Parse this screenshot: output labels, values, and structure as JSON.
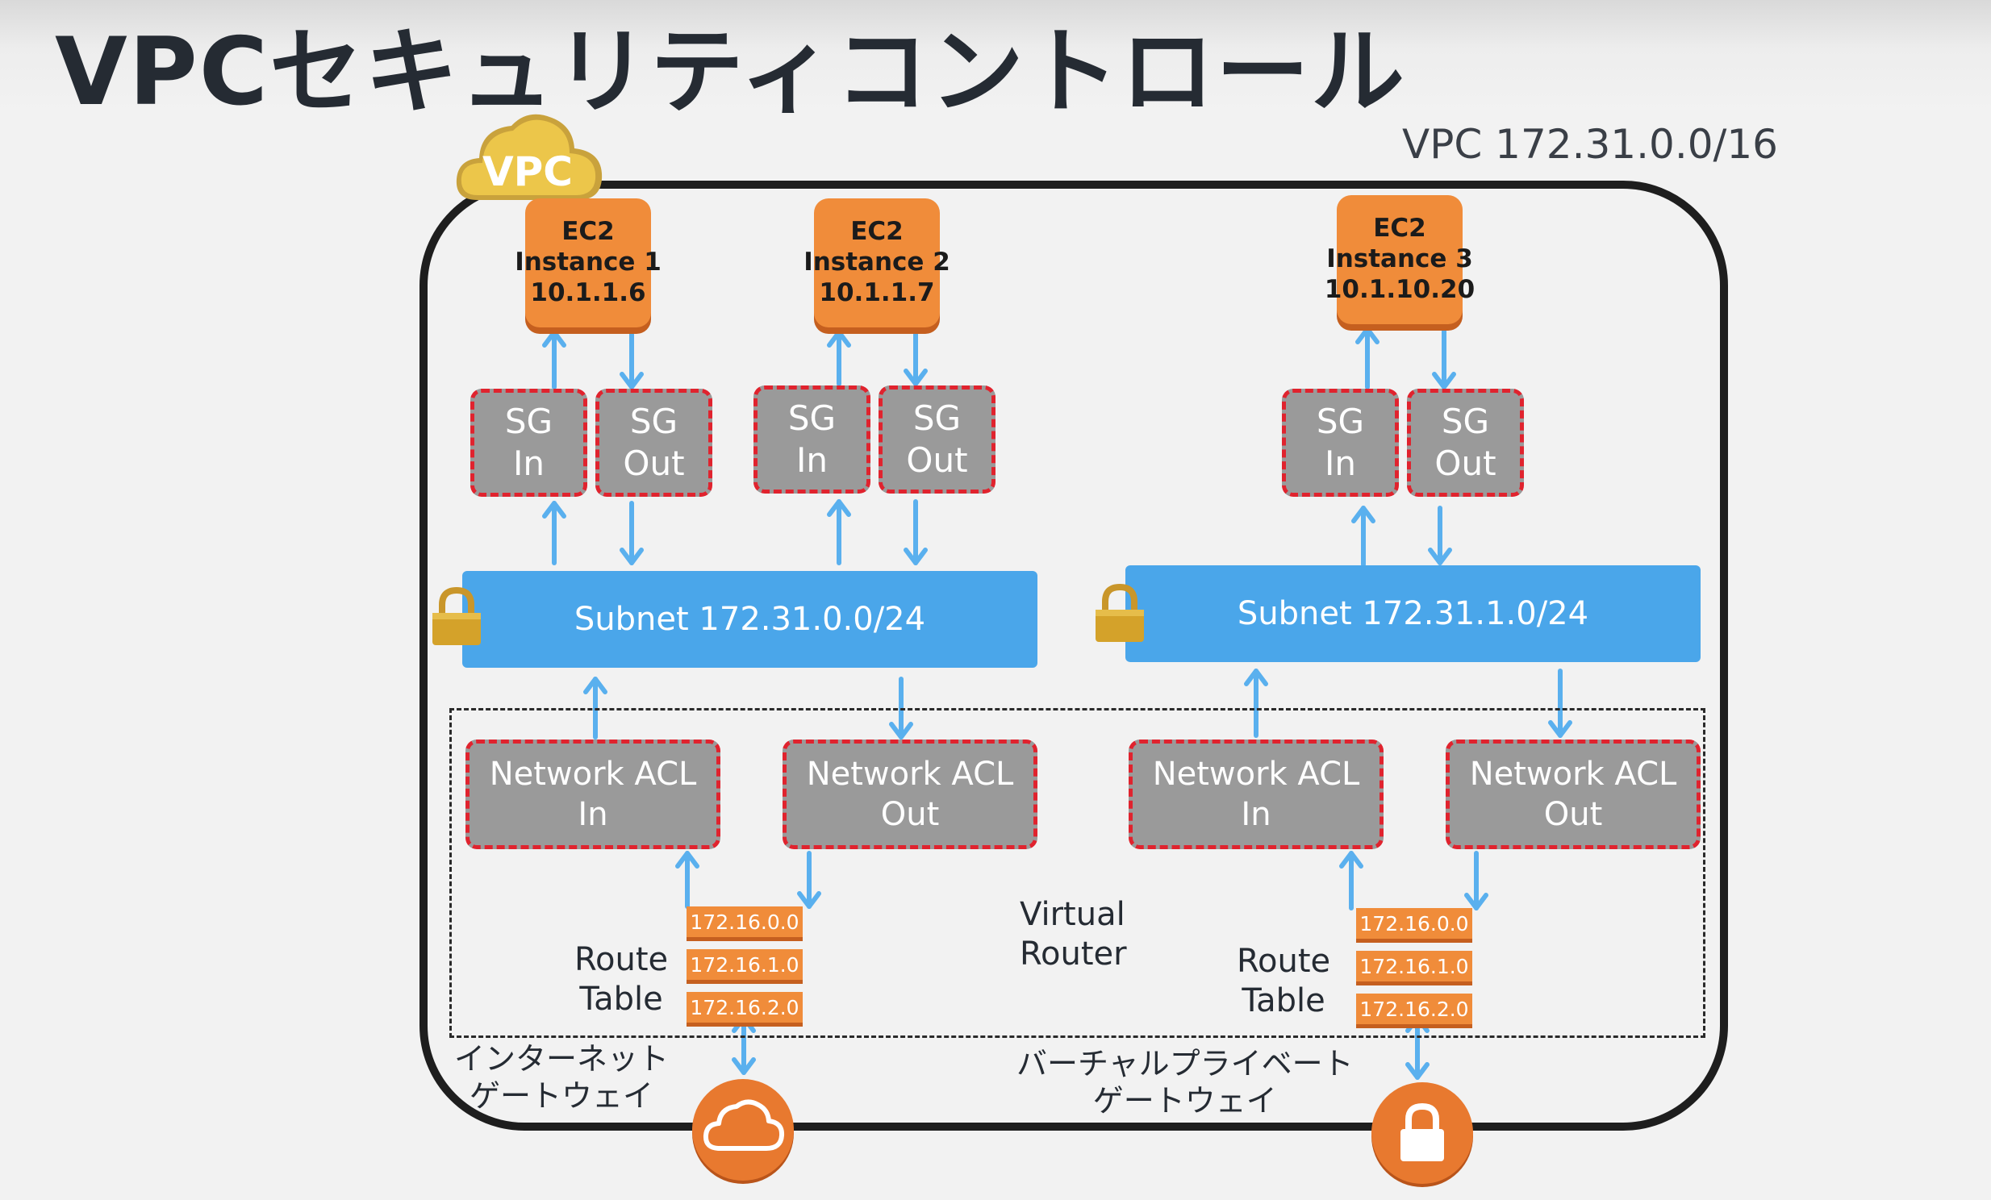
{
  "title": "VPCセキュリティコントロール",
  "vpc": {
    "badge": "VPC",
    "cidr": "VPC 172.31.0.0/16"
  },
  "instances": [
    {
      "lines": [
        "EC2",
        "Instance 1",
        "10.1.1.6"
      ]
    },
    {
      "lines": [
        "EC2",
        "Instance 2",
        "10.1.1.7"
      ]
    },
    {
      "lines": [
        "EC2",
        "Instance 3",
        "10.1.10.20"
      ]
    }
  ],
  "sg": {
    "line1": "SG",
    "in": "In",
    "out": "Out"
  },
  "subnets": [
    "Subnet 172.31.0.0/24",
    "Subnet 172.31.1.0/24"
  ],
  "acl": {
    "line1": "Network ACL",
    "in": "In",
    "out": "Out"
  },
  "route_table": {
    "label1": "Route",
    "label2": "Table",
    "entries": [
      "172.16.0.0",
      "172.16.1.0",
      "172.16.2.0"
    ]
  },
  "virtual_router": {
    "line1": "Virtual",
    "line2": "Router"
  },
  "internet_gateway": {
    "line1": "インターネット",
    "line2": "ゲートウェイ"
  },
  "vpn_gateway": {
    "line1": "バーチャルプライベート",
    "line2": "ゲートウェイ"
  },
  "colors": {
    "ec2": "#f08c3a",
    "subnet": "#4aa6ea",
    "sg_fill": "#9a9a9a",
    "dash_border": "#e0232e",
    "arrow": "#5ab0ee",
    "vpc_border": "#1e1e1e",
    "lock": "#d4a22a"
  }
}
